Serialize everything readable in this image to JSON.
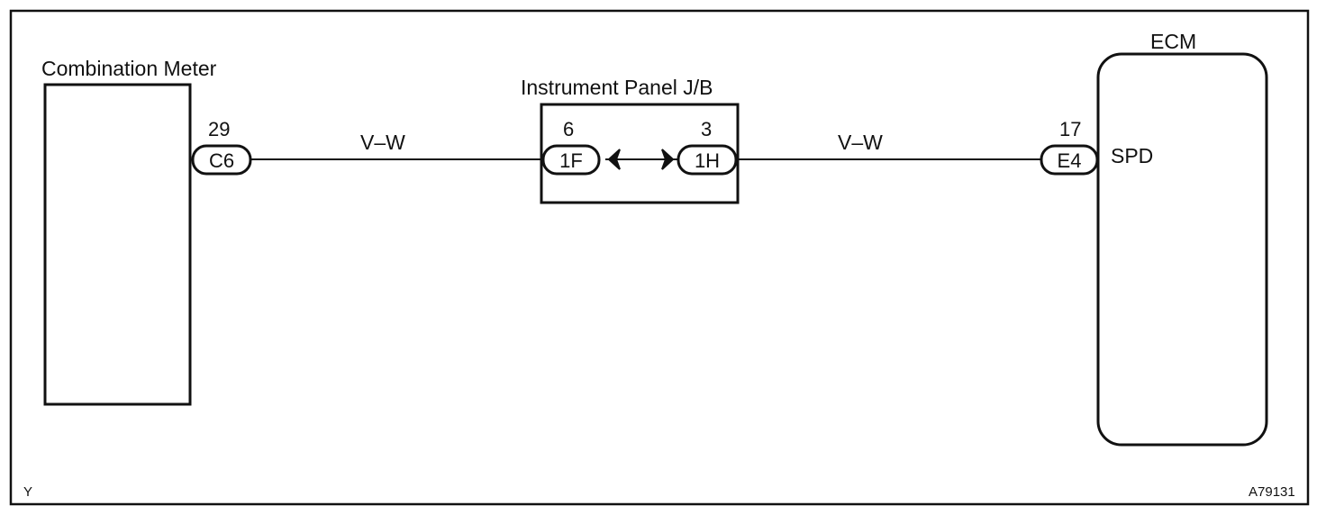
{
  "components": {
    "combination_meter": {
      "label": "Combination Meter"
    },
    "junction_block": {
      "label": "Instrument Panel J/B"
    },
    "ecm": {
      "label": "ECM",
      "terminal": "SPD"
    }
  },
  "connectors": {
    "c6": {
      "id": "C6",
      "pin": "29"
    },
    "f1": {
      "id": "1F",
      "pin": "6"
    },
    "h1": {
      "id": "1H",
      "pin": "3"
    },
    "e4": {
      "id": "E4",
      "pin": "17"
    }
  },
  "wires": {
    "left": {
      "color_code": "V–W"
    },
    "right": {
      "color_code": "V–W"
    }
  },
  "footer": {
    "corner_mark": "Y",
    "figure_id": "A79131"
  }
}
